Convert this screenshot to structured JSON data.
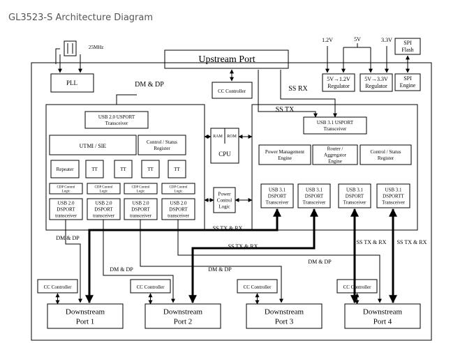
{
  "page_title": "GL3523-S Architecture Diagram",
  "clock": {
    "freq": "25MHz",
    "pll": "PLL"
  },
  "upstream_port": "Upstream Port",
  "cc_controller": "CC Controller",
  "power": {
    "v12": "1.2V",
    "v5": "5V",
    "v33": "3.3V",
    "reg12": [
      "5V→1.2V",
      "Regulator"
    ],
    "reg33": [
      "5V→3.3V",
      "Regulator"
    ]
  },
  "spi": {
    "flash": [
      "SPI",
      "Flash"
    ],
    "engine": [
      "SPI",
      "Engine"
    ]
  },
  "labels": {
    "dm_dp_top": "DM & DP",
    "ss_rx": "SS RX",
    "ss_tx": "SS TX",
    "ss_tx_rx": "SS TX & RX",
    "dm_dp": "DM & DP"
  },
  "usb2": {
    "usport": [
      "USB 2.0 USPORT",
      "Transceiver"
    ],
    "utmi": "UTMI / SIE",
    "ctrl": [
      "Control / Status",
      "Register"
    ],
    "repeater": "Repeater",
    "tt": "TT",
    "cdp": [
      "CDP Control",
      "Logic"
    ],
    "dsport": [
      "USB 2.0",
      "DSPORT",
      "transceiver"
    ]
  },
  "cpu": {
    "ram": "RAM",
    "rom": "ROM",
    "cpu": "CPU"
  },
  "pcl": [
    "Power",
    "Control",
    "Logic"
  ],
  "usb3": {
    "usport": [
      "USB 3.1 USPORT",
      "Transceiver"
    ],
    "pm": [
      "Power Management",
      "Engine"
    ],
    "router": [
      "Router /",
      "Aggregator",
      "Engine"
    ],
    "ctrl": [
      "Control / Status",
      "Register"
    ],
    "dsport": [
      "USB 3.1",
      "DSPORT",
      "Transceiver"
    ],
    "dsport4": [
      "USB 3.1",
      "DSPORTT",
      "Transceiver"
    ]
  },
  "downstream": [
    [
      "Downstream",
      "Port 1"
    ],
    [
      "Downstream",
      "Port 2"
    ],
    [
      "Downstream",
      "Port 3"
    ],
    [
      "Downstream",
      "Port 4"
    ]
  ]
}
